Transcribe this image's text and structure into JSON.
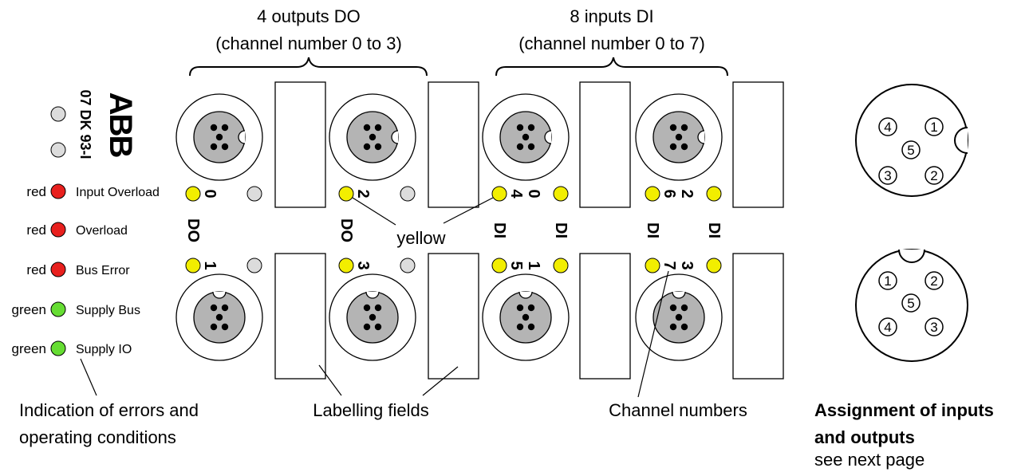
{
  "header": {
    "outputs_line1": "4 outputs DO",
    "outputs_line2": "(channel number 0 to 3)",
    "inputs_line1": "8 inputs DI",
    "inputs_line2": "(channel number 0 to 7)"
  },
  "device": {
    "brand": "ABB",
    "model": "07 DK 93-I"
  },
  "status_leds": [
    {
      "color_word": "red",
      "label": "Input Overload",
      "color": "#e8201e"
    },
    {
      "color_word": "red",
      "label": "Overload",
      "color": "#e8201e"
    },
    {
      "color_word": "red",
      "label": "Bus Error",
      "color": "#e8201e"
    },
    {
      "color_word": "green",
      "label": "Supply Bus",
      "color": "#66dd33"
    },
    {
      "color_word": "green",
      "label": "Supply IO",
      "color": "#66dd33"
    }
  ],
  "channel_labels": {
    "do": [
      "0",
      "1",
      "2",
      "3"
    ],
    "di": [
      "0",
      "1",
      "2",
      "3",
      "4",
      "5",
      "6",
      "7"
    ],
    "do_tag": "DO",
    "di_tag": "DI"
  },
  "colors": {
    "yellow_led": "#f2ee00",
    "grey_led": "#dcdcdc",
    "connector_core": "#b4b4b4"
  },
  "callouts": {
    "yellow": "yellow",
    "errors_line1": "Indication of errors and",
    "errors_line2": "operating conditions",
    "labelling": "Labelling fields",
    "channel_numbers": "Channel numbers"
  },
  "assignment": {
    "line1": "Assignment of inputs",
    "line2": "and outputs",
    "line3": "see next page",
    "top_pins": [
      "4",
      "1",
      "5",
      "3",
      "2"
    ],
    "bottom_pins": [
      "1",
      "2",
      "5",
      "4",
      "3"
    ]
  }
}
